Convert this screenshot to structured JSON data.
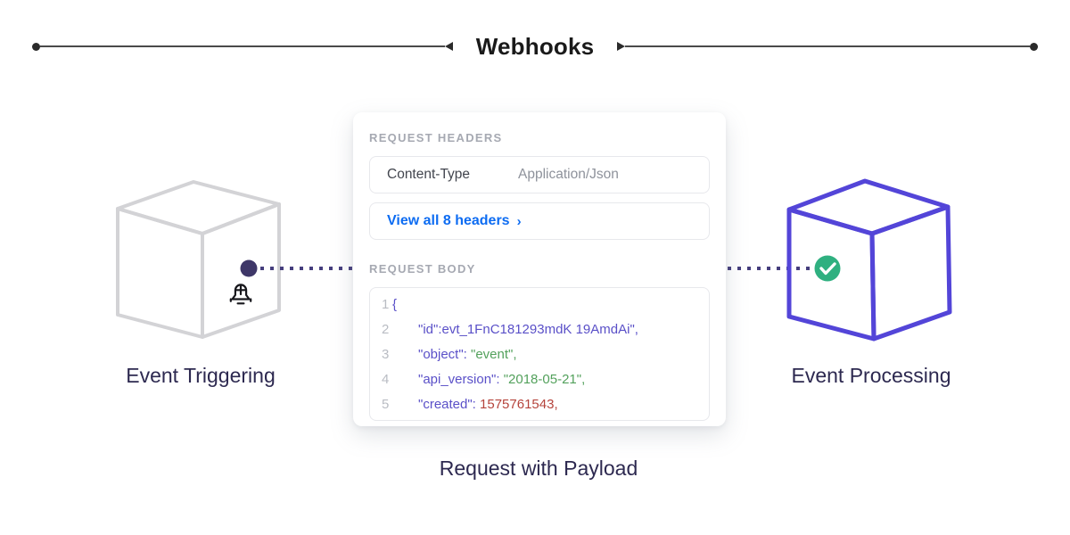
{
  "header": {
    "title": "Webhooks"
  },
  "left_node": {
    "label": "Event Triggering",
    "icon": "bell-plus-icon",
    "cube_color": "#d3d3d6"
  },
  "right_node": {
    "label": "Event Processing",
    "icon": "check-icon",
    "cube_color": "#5345d8",
    "badge_color": "#2fb080"
  },
  "connector": {
    "color": "#453e7d",
    "dot_color": "#3e3768"
  },
  "card": {
    "request_headers": {
      "section_label": "REQUEST HEADERS",
      "header_row": {
        "name": "Content-Type",
        "value": "Application/Json"
      },
      "view_all": {
        "label": "View all 8 headers",
        "chevron": "›",
        "color": "#0d6cf2"
      }
    },
    "request_body": {
      "section_label": "REQUEST BODY",
      "token_colors": {
        "key": "#5a50c8",
        "string": "#53a15c",
        "number": "#b5443c"
      },
      "code_lines": [
        {
          "num": "1",
          "key_part": "{",
          "value_part": ""
        },
        {
          "num": "2",
          "key_part": "\"id\":evt_1FnC181293mdK 19AmdAi\",",
          "value_part": ""
        },
        {
          "num": "3",
          "key_part": "\"object\": ",
          "value_part": "\"event\","
        },
        {
          "num": "4",
          "key_part": "\"api_version\": ",
          "value_part": "\"2018-05-21\","
        },
        {
          "num": "5",
          "key_part": "\"created\": ",
          "value_part": "1575761543,"
        }
      ]
    }
  },
  "caption": "Request with Payload"
}
